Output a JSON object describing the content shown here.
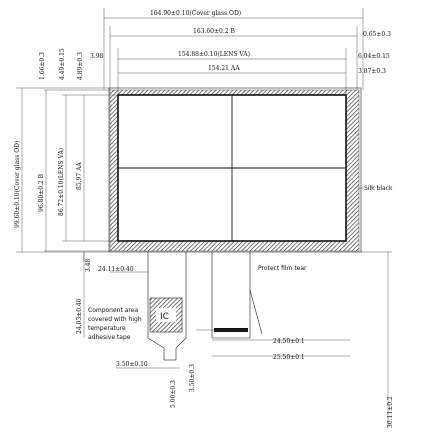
{
  "drawing": {
    "dimensions": {
      "cover_glass_od_width": "164.90±0.10(Cover glass OD)",
      "frame_width": "163.60±0.2 B",
      "right_gap_top": "0.65±0.3",
      "left_offset_va": "3.98",
      "lens_va_width": "154.88±0.10(LENS VA)",
      "right_offset_va": "6.04±0.15",
      "aa_width": "154.21 AA",
      "right_offset_aa": "3.87±0.3",
      "left_gap_top": "1.66±0.3",
      "top_offset_1": "4.49±0.15",
      "top_offset_2": "4.89±0.3",
      "cover_glass_od_height": "99.60±0.10(Cover glass OD)",
      "frame_height": "96.80±0.2 B",
      "lens_va_height": "86.72±0.10(LENS VA)",
      "aa_height": "85.97 AA",
      "bottom_offset": "3.48",
      "fpc_offset": "24.11±0.40",
      "fpc_length": "24.03±0.40",
      "fpc_width": "3.50±0.10",
      "fpc_tab_1": "5.00±0.3",
      "fpc_tab_2": "3.50±0.3",
      "tail_pitch": "24.50±0.1",
      "tail_width": "25.50±0.1",
      "total_height": "30.11±0.2"
    },
    "labels": {
      "silk_black": "Silk black",
      "protect_film": "Protect film tear",
      "ic": "IC",
      "component_note": [
        "Component area",
        "covered with high",
        "temperature",
        "adhesive tape"
      ]
    }
  }
}
